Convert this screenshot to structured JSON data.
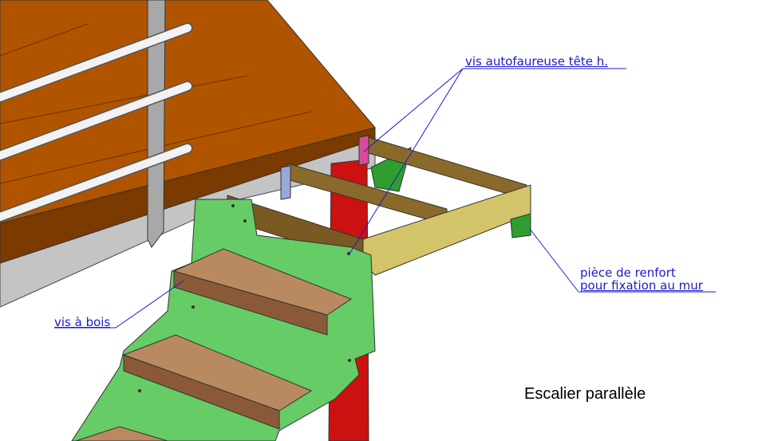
{
  "title": "Escalier parallèle",
  "annotations": {
    "screw_self_tapping": "vis autofaureuse tête h.",
    "reinforcement_line1": "pièce de renfort",
    "reinforcement_line2": "pour fixation au mur",
    "wood_screw": "vis à bois"
  },
  "colors": {
    "deck": "#b05400",
    "stringer": "#66cc66",
    "post": "#cc1111",
    "beam": "#8a6a2a",
    "beam_front": "#d4c46a",
    "tread": "#b98a60",
    "fascia": "#bdbdbd",
    "annotation": "#1a1acc"
  }
}
